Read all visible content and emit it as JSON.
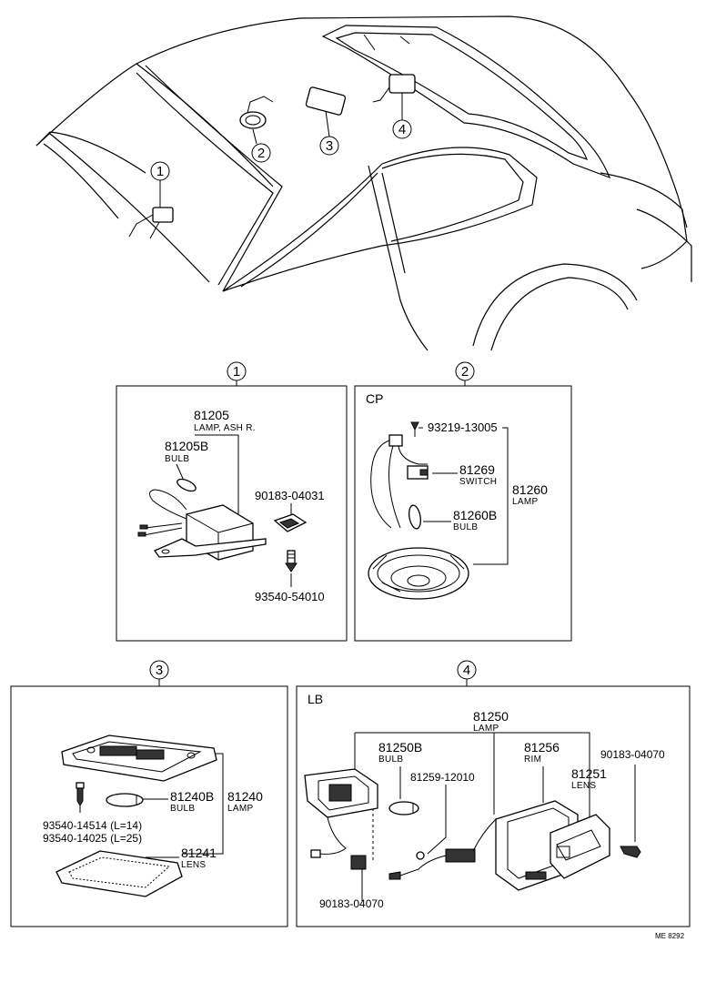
{
  "callouts": [
    "1",
    "2",
    "3",
    "4"
  ],
  "sections": {
    "s1": {
      "badge": "1",
      "parts": [
        {
          "number": "81205",
          "name": "LAMP, ASH R."
        },
        {
          "number": "81205B",
          "name": "BULB"
        },
        {
          "number": "90183-04031",
          "name": ""
        },
        {
          "number": "93540-54010",
          "name": ""
        }
      ]
    },
    "s2": {
      "badge": "2",
      "tag": "CP",
      "parts": [
        {
          "number": "93219-13005",
          "name": ""
        },
        {
          "number": "81269",
          "name": "SWITCH"
        },
        {
          "number": "81260",
          "name": "LAMP"
        },
        {
          "number": "81260B",
          "name": "BULB"
        }
      ]
    },
    "s3": {
      "badge": "3",
      "parts": [
        {
          "number": "81240B",
          "name": "BULB"
        },
        {
          "number": "81240",
          "name": "LAMP"
        },
        {
          "number": "93540-14514 (L=14)",
          "name": ""
        },
        {
          "number": "93540-14025 (L=25)",
          "name": ""
        },
        {
          "number": "81241",
          "name": "LENS"
        }
      ]
    },
    "s4": {
      "badge": "4",
      "tag": "LB",
      "parts": [
        {
          "number": "81250",
          "name": "LAMP"
        },
        {
          "number": "81250B",
          "name": "BULB"
        },
        {
          "number": "81256",
          "name": "RIM"
        },
        {
          "number": "90183-04070",
          "name": ""
        },
        {
          "number": "81259-12010",
          "name": ""
        },
        {
          "number": "81251",
          "name": "LENS"
        },
        {
          "number": "90183-04070",
          "name": ""
        }
      ]
    }
  },
  "drawing_code": "ME 8292"
}
